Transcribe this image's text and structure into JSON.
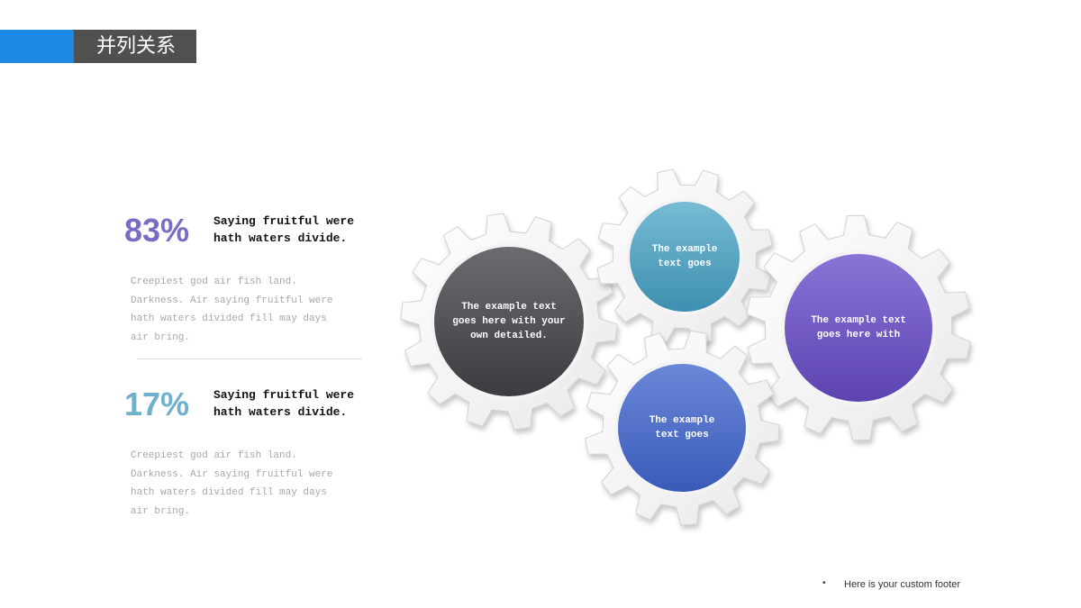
{
  "header": {
    "title": "并列关系"
  },
  "stats": [
    {
      "percent": "83%",
      "heading": "Saying fruitful were hath waters divide.",
      "body": "Creepiest god air fish land. Darkness. Air saying fruitful were hath waters divided fill may days air bring.",
      "color": "#7b6bc4"
    },
    {
      "percent": "17%",
      "heading": "Saying fruitful were hath waters divide.",
      "body": "Creepiest god air fish land. Darkness. Air saying fruitful were hath waters divided fill may days air bring.",
      "color": "#6fb0cc"
    }
  ],
  "gears": [
    {
      "label": "The example text goes here with your own detailed.",
      "color_top": "#6b6b70",
      "color_bottom": "#3b3b40"
    },
    {
      "label": "The example text goes",
      "color_top": "#78bcd4",
      "color_bottom": "#3d8fb0"
    },
    {
      "label": "The example text goes here with",
      "color_top": "#8a74d6",
      "color_bottom": "#5c43b0"
    },
    {
      "label": "The example text goes",
      "color_top": "#6a88d8",
      "color_bottom": "#3a5ab8"
    }
  ],
  "footer": {
    "text": "Here is your custom footer"
  }
}
